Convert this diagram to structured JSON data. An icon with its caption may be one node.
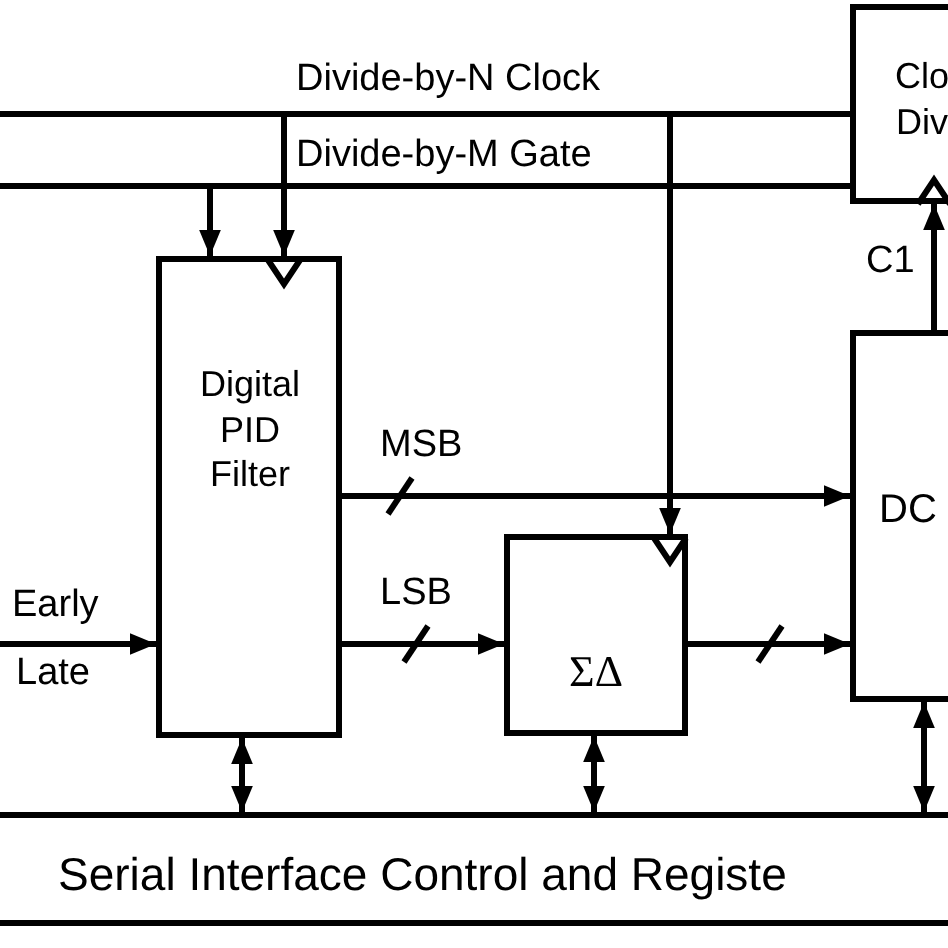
{
  "diagram": {
    "nodes": [
      {
        "text": [
          "Clo Div"
        ]
      },
      {
        "text": [
          "Digital PID Filter"
        ]
      },
      {
        "text": [
          "ΣΔ"
        ]
      },
      {
        "text": [
          "DC"
        ]
      },
      {
        "text": [
          "Serial Interface Control and Registe"
        ]
      }
    ],
    "edges": [
      {
        "from": 0,
        "to": 1,
        "arrow": "to",
        "label": "Divide-by-N Clock"
      },
      {
        "from": 0,
        "to": 2,
        "arrow": "to"
      },
      {
        "from": 0,
        "to": 1,
        "arrow": "to",
        "label": "Divide-by-M Gate"
      },
      {
        "from": 0,
        "to": null,
        "arrow": "none"
      },
      {
        "from": 0,
        "to": null,
        "arrow": "none"
      },
      {
        "from": 1,
        "to": 3,
        "arrow": "to",
        "label": "MSB"
      },
      {
        "from": 1,
        "to": 2,
        "arrow": "to",
        "label": "LSB"
      },
      {
        "from": 2,
        "to": 3,
        "arrow": "to"
      },
      {
        "from": null,
        "to": 1,
        "arrow": "to"
      },
      {
        "from": 3,
        "to": 0,
        "arrow": "to",
        "label": "C1"
      },
      {
        "from": 1,
        "to": 4,
        "arrow": "both"
      },
      {
        "from": 2,
        "to": 4,
        "arrow": "both"
      },
      {
        "from": 3,
        "to": 4,
        "arrow": "both"
      }
    ],
    "labels": [
      "Early",
      "Late"
    ]
  }
}
